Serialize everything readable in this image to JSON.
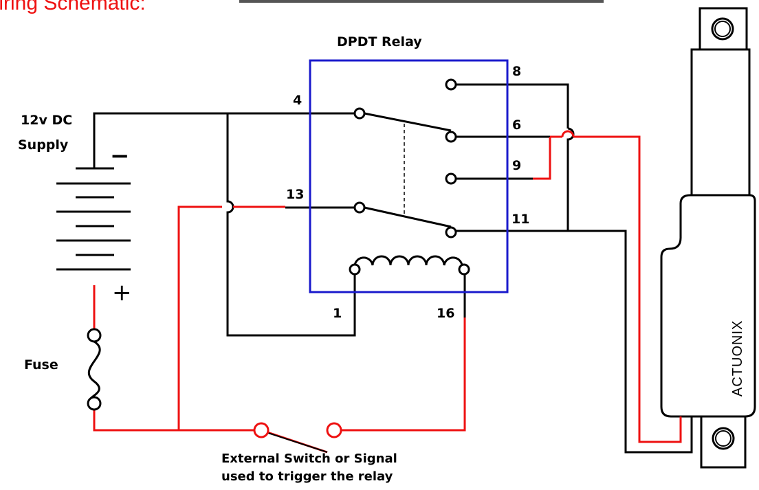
{
  "title": "Wiring Schematic:",
  "colors": {
    "wire_positive": "#ee1111",
    "wire_negative": "#000000",
    "relay_box": "#1a1acc",
    "title": "#ee1111"
  },
  "relay": {
    "label": "DPDT Relay",
    "pins": {
      "p1": "1",
      "p4": "4",
      "p6": "6",
      "p8": "8",
      "p9": "9",
      "p11": "11",
      "p13": "13",
      "p16": "16"
    }
  },
  "supply": {
    "line1": "12v DC",
    "line2": "Supply",
    "negative": "−",
    "positive": "+"
  },
  "fuse": {
    "label": "Fuse"
  },
  "switch": {
    "line1": "External Switch or Signal",
    "line2": "used to trigger the relay"
  },
  "actuator": {
    "brand": "ACTUONIX"
  }
}
